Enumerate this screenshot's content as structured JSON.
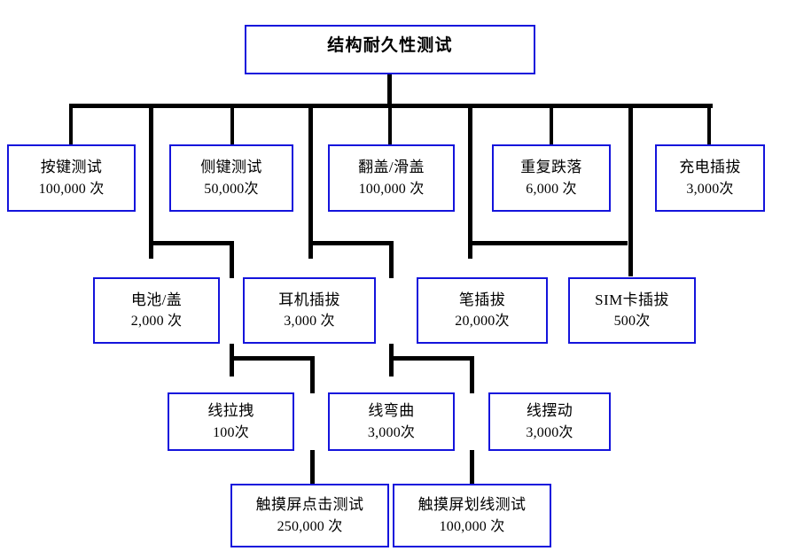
{
  "diagram": {
    "title": "结构耐久性测试",
    "type": "tree-hierarchy",
    "box_border_color": "#1414dc",
    "connector_color": "#000000",
    "background_color": "#ffffff"
  },
  "root": {
    "label": "结构耐久性测试",
    "count": ""
  },
  "level2": [
    {
      "label": "按键测试",
      "count": "100,000 次"
    },
    {
      "label": "侧键测试",
      "count": "50,000次"
    },
    {
      "label": "翻盖/滑盖",
      "count": "100,000 次"
    },
    {
      "label": "重复跌落",
      "count": "6,000 次"
    },
    {
      "label": "充电插拔",
      "count": "3,000次"
    }
  ],
  "level3": [
    {
      "label": "电池/盖",
      "count": "2,000 次"
    },
    {
      "label": "耳机插拔",
      "count": "3,000 次"
    },
    {
      "label": "笔插拔",
      "count": "20,000次"
    },
    {
      "label": "SIM卡插拔",
      "count": "500次"
    }
  ],
  "level4": [
    {
      "label": "线拉拽",
      "count": "100次"
    },
    {
      "label": "线弯曲",
      "count": "3,000次"
    },
    {
      "label": "线摆动",
      "count": "3,000次"
    }
  ],
  "level5": [
    {
      "label": "触摸屏点击测试",
      "count": "250,000 次"
    },
    {
      "label": "触摸屏划线测试",
      "count": "100,000 次"
    }
  ]
}
